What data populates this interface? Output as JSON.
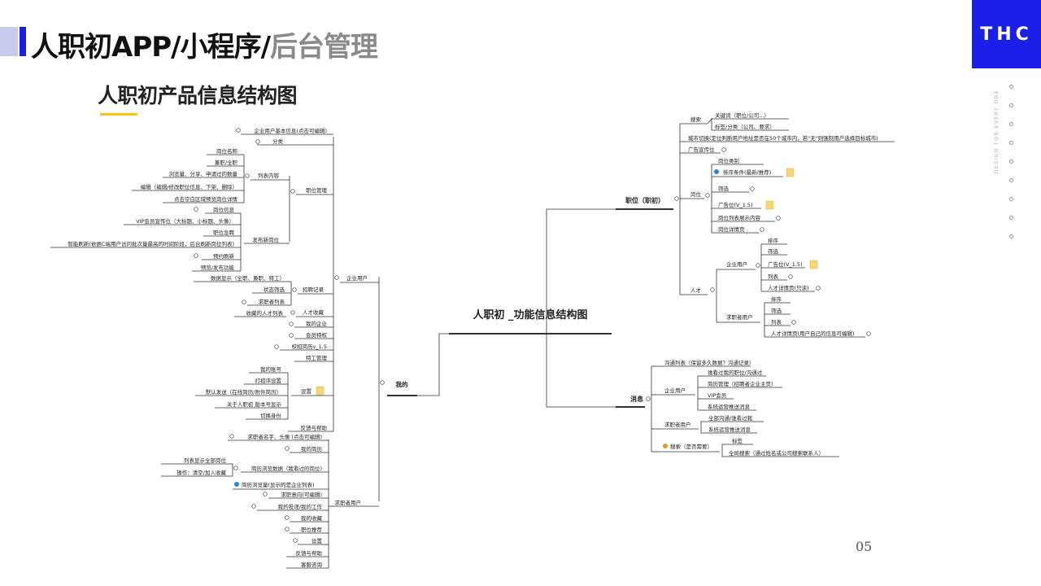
{
  "header": {
    "title_main": "人职初APP/小程序/",
    "title_rest": "后台管理",
    "subtitle": "人职初产品信息结构图",
    "logo": "THC",
    "side_text": "DESIGN FOR EVERY ONE",
    "page_number": "05"
  },
  "colors": {
    "accent": "#1b1fe8",
    "underline": "#f5c518",
    "line": "#333333",
    "note": "#f7d774"
  },
  "nodes": {
    "root": "人职初 _功能信息结构图",
    "job": "职位（职初）",
    "search": "搜索",
    "keyword": "关键词（职位/公司...）",
    "tag": "标签/分类（公司、要求）",
    "city": "城市切换(定位判断用户地址是否在50个城市内，若\"无\"则强制用户选择目标城市)",
    "ad_banner": "广告宣传位",
    "post": "岗位",
    "post_type": "岗位类别",
    "sort_cond": "排序条件(最新/推荐)",
    "filter": "筛选",
    "ad_v15": "广告位(V_1.5)",
    "post_list": "岗位列表展示内容",
    "post_detail": "岗位详情页",
    "talent": "人才",
    "biz_user": "企业用户",
    "t_sort": "排序",
    "t_filter": "筛选",
    "t_ad": "广告位(V_1.5)",
    "t_list": "列表",
    "t_detail": "人才详情页(只读)",
    "seeker_user": "求职者用户",
    "s_sort": "排序",
    "s_filter": "筛选",
    "s_list": "列表",
    "s_detail": "人才详情页(用户自己的信息可编辑)",
    "msg": "消息",
    "msg_list": "沟通列表（保留多久数据？沟通记录）",
    "m_biz": "企业用户",
    "m_viewed": "谁看过我的职位/沟通过",
    "m_resume": "简历管理（招聘者企业主页）",
    "m_vip": "VIP会员",
    "m_sys": "系统运营推送消息",
    "m_seeker": "求职者用户",
    "m_all": "全部沟通/谁看过我",
    "m_sys2": "系统运营推送消息",
    "m_search": "搜索（是否需要）",
    "m_tag": "标签",
    "m_global": "全局搜索（通过姓名或公司搜索联系人）",
    "mine": "我的",
    "e_user": "企业用户",
    "e_info": "企业用户基本信息(点击可编辑)",
    "job_mgmt": "职位管理",
    "cat": "分类",
    "list_content": "列表内容",
    "lc_name": "岗位名称",
    "lc_type": "兼职/全职",
    "lc_stats": "浏览量、分享、申请过的数量",
    "lc_edit": "编辑（编辑/修改职位信息、下架、删除）",
    "lc_preview": "点击空白区域预览岗位详情",
    "publish": "发布新岗位",
    "p_info": "岗位信息",
    "p_vip": "VIP会员宣传位（大标题、小标题、头像）",
    "p_urgent": "职位急聘",
    "p_smart": "智能刷新(依据C端用户访问批次量最高的时间阶段，后台刷新岗位列表)",
    "p_book": "预约刷新",
    "p_preview": "预览/发布功能",
    "recruit": "招聘记录",
    "r_data": "数据显示（全职、兼职、特工）",
    "r_status": "状态筛选",
    "r_list": "求职者列表",
    "fav_talent": "人才收藏",
    "fav_label": "收藏的人才列表",
    "my_company": "我的企业",
    "member": "会员特权",
    "campus": "校招简历v_1.5",
    "special": "特工管理",
    "settings": "设置",
    "st_account": "我的账号",
    "st_rate": "打招评设置",
    "st_send": "默认发送（在线简历/附件简历）",
    "st_about": "关于人职初 版本号显示",
    "st_switch": "切换身份",
    "feedback": "反馈与帮助",
    "j_user": "求职者用户",
    "j_info": "求职者名字、头像 (点击可编辑)",
    "j_resume": "我的简历",
    "j_browse": "简历浏览数据（我看过的岗位)",
    "j_b_list": "列表显示全部岗位",
    "j_b_op": "操作：清空/加入收藏",
    "j_browse_cnt": "简历浏览量(显示的是企业列表)",
    "j_intent": "求职意向(可编辑)",
    "j_apply": "我的投递/我的工作",
    "j_fav": "我的收藏",
    "j_recommend": "职位推荐",
    "j_settings": "设置",
    "j_feedback": "反馈与帮助",
    "j_service": "客服咨询"
  }
}
